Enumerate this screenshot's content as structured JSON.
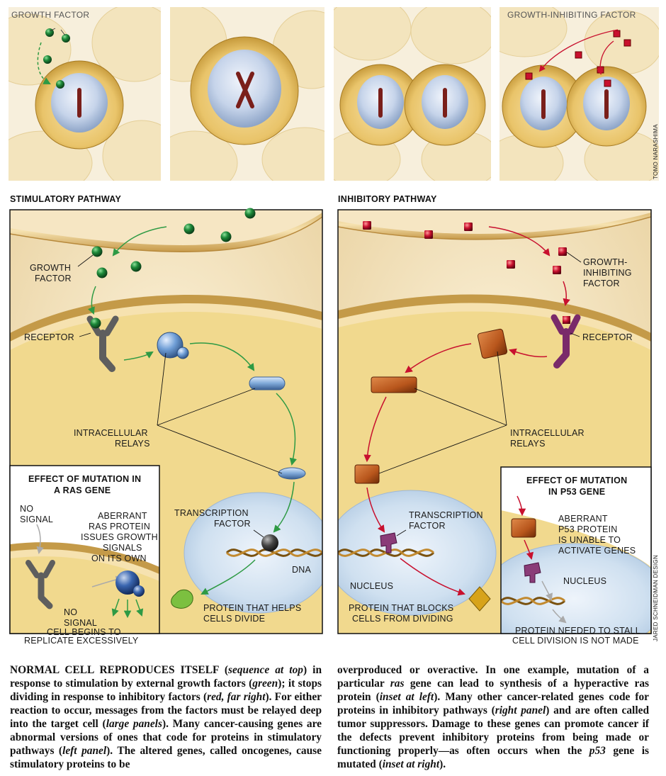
{
  "top_panels": {
    "growth_factor_label": "GROWTH FACTOR",
    "inhibiting_factor_label": "GROWTH-INHIBITING FACTOR"
  },
  "credits": {
    "top": "TOMO NARASHIMA",
    "bottom": "JARED SCHNEIDMAN DESIGN"
  },
  "stimulatory": {
    "title": "STIMULATORY PATHWAY",
    "growth_factor": [
      "GROWTH",
      "FACTOR"
    ],
    "receptor": "RECEPTOR",
    "relays": [
      "INTRACELLULAR",
      "RELAYS"
    ],
    "transcription_factor": [
      "TRANSCRIPTION",
      "FACTOR"
    ],
    "dna": "DNA",
    "protein": [
      "PROTEIN THAT HELPS",
      "CELLS DIVIDE"
    ]
  },
  "inhibitory": {
    "title": "INHIBITORY PATHWAY",
    "growth_inhibiting_factor": [
      "GROWTH-",
      "INHIBITING",
      "FACTOR"
    ],
    "receptor": "RECEPTOR",
    "relays": [
      "INTRACELLULAR",
      "RELAYS"
    ],
    "transcription_factor": [
      "TRANSCRIPTION",
      "FACTOR"
    ],
    "nucleus": "NUCLEUS",
    "protein": [
      "PROTEIN THAT BLOCKS",
      "CELLS FROM DIVIDING"
    ]
  },
  "ras_inset": {
    "title": [
      "EFFECT OF MUTATION IN",
      "A RAS GENE"
    ],
    "no_signal_top": [
      "NO",
      "SIGNAL"
    ],
    "aberrant": [
      "ABERRANT",
      "RAS PROTEIN",
      "ISSUES GROWTH",
      "SIGNALS",
      "ON ITS OWN"
    ],
    "no_signal_bottom": [
      "NO",
      "SIGNAL"
    ],
    "result": [
      "CELL BEGINS TO",
      "REPLICATE EXCESSIVELY"
    ]
  },
  "p53_inset": {
    "title": [
      "EFFECT OF MUTATION",
      "IN P53 GENE"
    ],
    "aberrant": [
      "ABERRANT",
      "P53 PROTEIN",
      "IS UNABLE TO",
      "ACTIVATE GENES"
    ],
    "nucleus": "NUCLEUS",
    "result": [
      "PROTEIN NEEDED TO STALL",
      "CELL DIVISION IS NOT MADE"
    ]
  },
  "caption": {
    "left": [
      {
        "t": "NORMAL CELL REPRODUCES ITSELF (",
        "i": false
      },
      {
        "t": "sequence at top",
        "i": true
      },
      {
        "t": ") in response to stimulation by external growth factors (",
        "i": false
      },
      {
        "t": "green",
        "i": true
      },
      {
        "t": "); it stops dividing in response to inhibitory factors (",
        "i": false
      },
      {
        "t": "red, far right",
        "i": true
      },
      {
        "t": "). For either reaction to occur, messages from the factors must be relayed deep into the target cell (",
        "i": false
      },
      {
        "t": "large panels",
        "i": true
      },
      {
        "t": "). Many cancer-causing genes are abnormal versions of ones that code for proteins in stimulatory pathways (",
        "i": false
      },
      {
        "t": "left panel",
        "i": true
      },
      {
        "t": "). The altered genes, called oncogenes, cause stimulatory proteins to be",
        "i": false
      }
    ],
    "right": [
      {
        "t": "overproduced or overactive. In one example, mutation of a particular ",
        "i": false
      },
      {
        "t": "ras",
        "i": true
      },
      {
        "t": " gene can lead to synthesis of a hyperactive ras protein (",
        "i": false
      },
      {
        "t": "inset at left",
        "i": true
      },
      {
        "t": "). Many other cancer-related genes code for proteins in inhibitory pathways (",
        "i": false
      },
      {
        "t": "right panel",
        "i": true
      },
      {
        "t": ") and are often called tumor suppressors. Damage to these genes can promote cancer if the defects prevent inhibitory proteins from being made or functioning properly—as often occurs when the ",
        "i": false
      },
      {
        "t": "p53",
        "i": true
      },
      {
        "t": " gene is mutated (",
        "i": false
      },
      {
        "t": "inset at right",
        "i": true
      },
      {
        "t": ").",
        "i": false
      }
    ]
  },
  "colors": {
    "green_factor": "#1e8a3a",
    "red_factor": "#c8102e",
    "cytoplasm": "#f2d889",
    "nucleus": "#cfe0f0",
    "relay_blue": "#7ea8d8",
    "relay_orange": "#b8561c",
    "receptor_gray": "#6d6d6d",
    "receptor_purple": "#7a2a6a"
  }
}
